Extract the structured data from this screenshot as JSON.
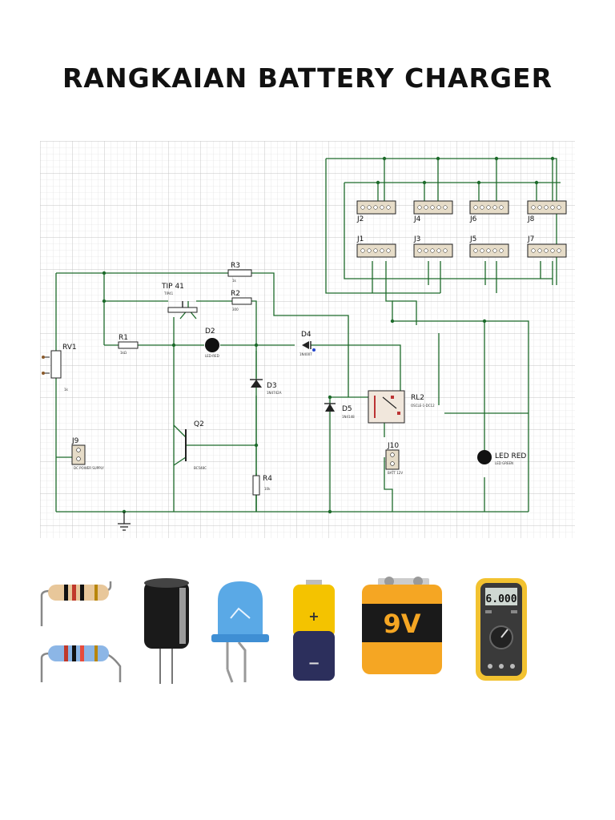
{
  "title": "RANGKAIAN BATTERY CHARGER",
  "colors": {
    "wire": "#1c6a2a",
    "grid": "#d6d6d6",
    "grid_major": "#c0c0c0",
    "component": "#222222"
  },
  "components": {
    "rv1": {
      "ref": "RV1",
      "value": "1k"
    },
    "j9": {
      "ref": "J9",
      "value": "DC POWER SUPPLY"
    },
    "tip41": {
      "ref": "TIP 41",
      "value": "TIP41"
    },
    "r1": {
      "ref": "R1",
      "value": "1kΩ"
    },
    "r2": {
      "ref": "R2",
      "value": "300"
    },
    "r3": {
      "ref": "R3",
      "value": "1k"
    },
    "d2": {
      "ref": "D2",
      "value": "LED-RED"
    },
    "d3": {
      "ref": "D3",
      "value": "1N4742A"
    },
    "d4": {
      "ref": "D4",
      "value": "1N4007"
    },
    "d5": {
      "ref": "D5",
      "value": "1N4148"
    },
    "q2": {
      "ref": "Q2",
      "value": "BC548C"
    },
    "r4": {
      "ref": "R4",
      "value": "10k"
    },
    "rl2": {
      "ref": "RL2",
      "value": "OSCLE-1-DC12"
    },
    "j10": {
      "ref": "J10",
      "value": "BATT 12V"
    },
    "led": {
      "ref": "LED RED",
      "value": "LED GREEN"
    },
    "connectors": [
      "J2",
      "J4",
      "J6",
      "J8",
      "J1",
      "J3",
      "J5",
      "J7"
    ]
  },
  "illustrations": {
    "battery_9v_label": "9V",
    "multimeter_display": "6.000",
    "battery_plus": "+",
    "battery_minus": "−"
  }
}
